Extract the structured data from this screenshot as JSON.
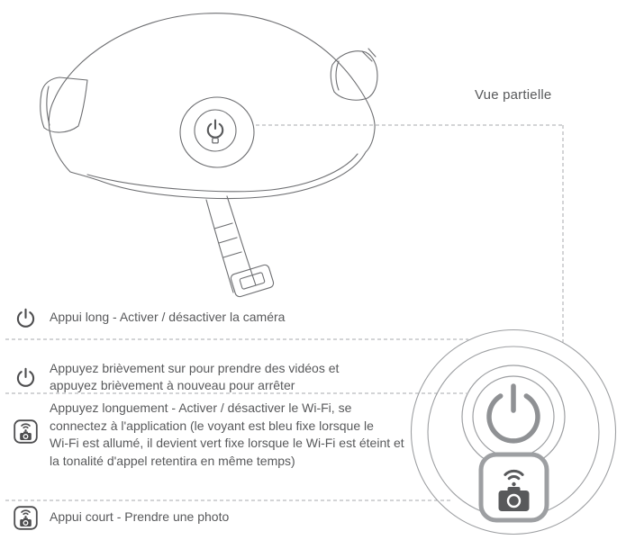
{
  "labels": {
    "partial_view": "Vue partielle"
  },
  "instructions": [
    {
      "icon": "power-icon",
      "text": "Appui long - Activer / désactiver la caméra"
    },
    {
      "icon": "power-icon",
      "text": "Appuyez brièvement sur  pour prendre des vidéos et\nappuyez brièvement à nouveau pour arrêter"
    },
    {
      "icon": "wifi-camera-icon",
      "text": "Appuyez longuement - Activer / désactiver le Wi-Fi, se\nconnectez à l'application (le voyant est bleu fixe lorsque le\nWi-Fi est allumé, il devient vert fixe lorsque le Wi-Fi est éteint et\nla tonalité d'appel retentira en même temps)"
    },
    {
      "icon": "wifi-camera-icon",
      "text": "Appui court - Prendre une photo"
    }
  ],
  "colors": {
    "text": "#58595b",
    "line_art": "#6d6e71",
    "dashed_line": "#a7a9ac",
    "icon": "#4d4d4f"
  }
}
